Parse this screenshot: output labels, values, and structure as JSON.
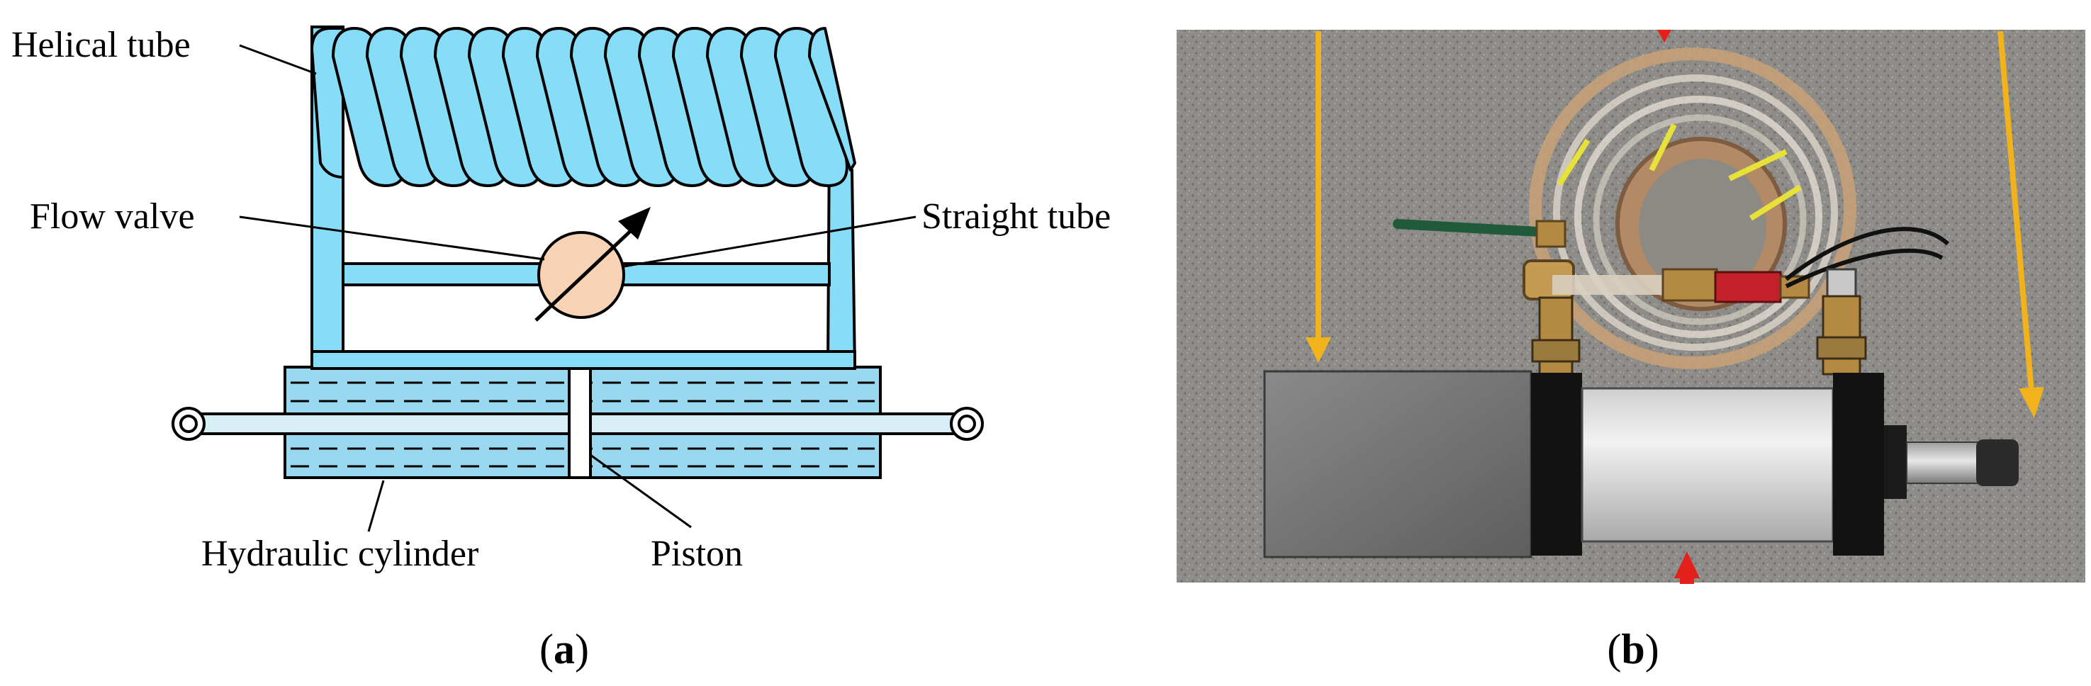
{
  "labels": {
    "helical_tube": "Helical tube",
    "flow_valve": "Flow valve",
    "straight_tube": "Straight tube",
    "hydraulic_cylinder": "Hydraulic cylinder",
    "piston": "Piston"
  },
  "captions": {
    "a_open": "(",
    "a_letter": "a",
    "a_close": ")",
    "b_open": "(",
    "b_letter": "b",
    "b_close": ")"
  },
  "colors": {
    "tube_fill": "#87dcf8",
    "fluid_fill": "#9ad8f0",
    "valve_fill": "#f7d2b5",
    "rod_fill": "#d8eef5",
    "outline": "#000000",
    "arrow_yellow": "#f2b21b",
    "arrow_red": "#e3201b",
    "photo_background": "#8f8d8a"
  }
}
